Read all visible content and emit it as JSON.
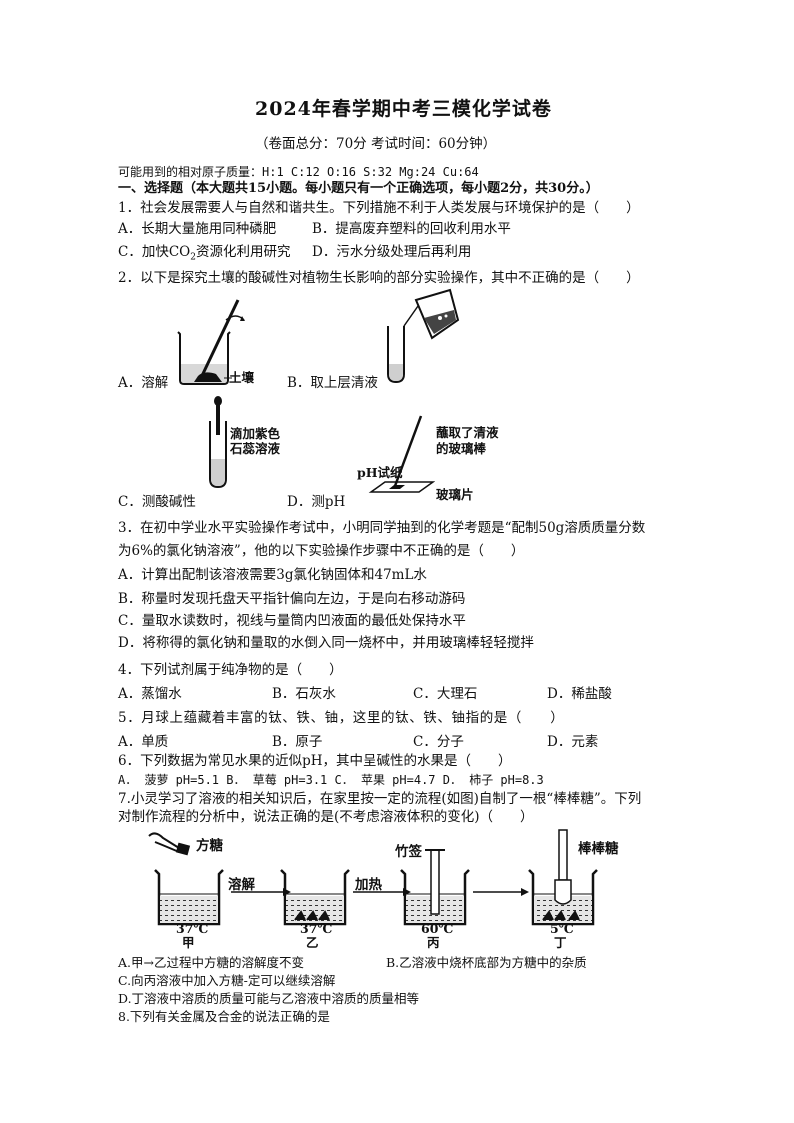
{
  "title": "2024年春学期中考三模化学试卷",
  "subtitle": "（卷面总分：70分          考试时间：60分钟）",
  "atomic_masses": "可能用到的相对原子质量：H:1    C:12    O:16    S:32    Mg:24    Cu:64",
  "section1": "一、选择题（本大题共15小题。每小题只有一个正确选项，每小题2分，共30分。）",
  "q1": {
    "stem": "1．社会发展需要人与自然和谐共生。下列措施不利于人类发展与环境保护的是（　　）",
    "a": "A．长期大量施用同种磷肥",
    "b": "B．提高废弃塑料的回收利用水平",
    "c_pre": "C．加快CO",
    "c_sub": "2",
    "c_post": "资源化利用研究",
    "d": "D．污水分级处理后再利用"
  },
  "q2": {
    "stem": "2．以下是探究土壤的酸碱性对植物生长影响的部分实验操作，其中不正确的是（　　）",
    "a": "A．溶解",
    "a_label": "土壤",
    "b": "B．取上层清液",
    "c": "C．测酸碱性",
    "c_label1": "滴加紫色",
    "c_label2": "石蕊溶液",
    "d": "D．测pH",
    "d_label1": "蘸取了清液",
    "d_label2": "的玻璃棒",
    "d_label3": "pH试纸",
    "d_label4": "玻璃片"
  },
  "q3": {
    "line1": "3．在初中学业水平实验操作考试中，小明同学抽到的化学考题是“配制50g溶质质量分数",
    "line2": "为6%的氯化钠溶液”，他的以下实验操作步骤中不正确的是（　　）",
    "a": "A．计算出配制该溶液需要3g氯化钠固体和47mL水",
    "b": "B．称量时发现托盘天平指针偏向左边，于是向右移动游码",
    "c": "C．量取水读数时，视线与量筒内凹液面的最低处保持水平",
    "d": "D．将称得的氯化钠和量取的水倒入同一烧杯中，并用玻璃棒轻轻搅拌"
  },
  "q4": {
    "stem": "4．下列试剂属于纯净物的是（　　）",
    "a": "A．蒸馏水",
    "b": "B．石灰水",
    "c": "C．大理石",
    "d": "D．稀盐酸"
  },
  "q5": {
    "stem": "5．月球上蕴藏着丰富的钛、铁、铀，这里的钛、铁、铀指的是（　　）",
    "a": "A．单质",
    "b": "B．原子",
    "c": "C．分子",
    "d": "D．元素"
  },
  "q6": {
    "stem": "6．下列数据为常见水果的近似pH，其中呈碱性的水果是（　　）",
    "options": "A． 菠萝 pH=5.1  B． 草莓 pH=3.1  C． 苹果 pH=4.7  D． 柿子 pH=8.3"
  },
  "q7": {
    "line1": "7.小灵学习了溶液的相关知识后，在家里按一定的流程(如图)自制了一根“棒棒糖”。下列",
    "line2": "对制作流程的分析中，说法正确的是(不考虑溶液体积的变化)（　　）",
    "fig_fangtang": "方糖",
    "fig_rongjie": "溶解",
    "fig_jiare": "加热",
    "fig_zhuqian": "竹签",
    "fig_bangbangtang": "棒棒糖",
    "temps": [
      "37℃",
      "37℃",
      "60℃",
      "5℃"
    ],
    "names": [
      "甲",
      "乙",
      "丙",
      "丁"
    ],
    "a": "A.甲→乙过程中方糖的溶解度不变",
    "b": "B.乙溶液中烧杯底部为方糖中的杂质",
    "c": "C.向丙溶液中加入方糖-定可以继续溶解",
    "d": "D.丁溶液中溶质的质量可能与乙溶液中溶质的质量相等"
  },
  "q8": {
    "stem": "8.下列有关金属及合金的说法正确的是"
  }
}
